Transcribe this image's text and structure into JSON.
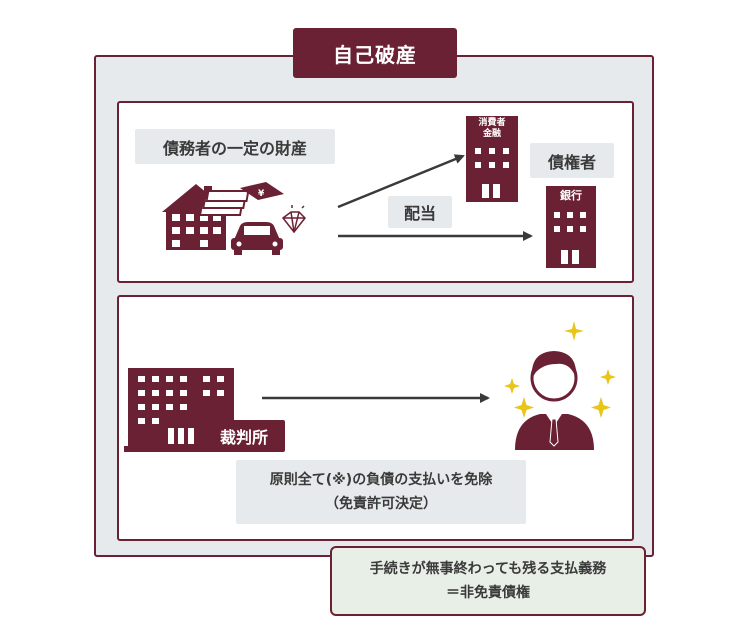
{
  "title": "自己破産",
  "top_panel": {
    "debtor_property": "債務者の一定の財産",
    "creditor": "債権者",
    "distribution": "配当",
    "consumer_finance_line1": "消費者",
    "consumer_finance_line2": "金融",
    "bank": "銀行"
  },
  "bottom_panel": {
    "court": "裁判所",
    "discharge_line1": "原則全て(※)の負債の支払いを免除",
    "discharge_line2": "（免責許可決定）"
  },
  "note": {
    "line1": "手続きが無事終わっても残る支払義務",
    "line2": "＝非免責債権"
  },
  "colors": {
    "accent": "#6b2134",
    "panel_bg": "#e6eaec",
    "note_bg": "#e8efe6",
    "arrow": "#3a3a3a",
    "sparkle": "#e8c516"
  },
  "icons": [
    "house-icon",
    "money-stack-icon",
    "car-icon",
    "diamond-icon",
    "consumer-finance-building-icon",
    "bank-building-icon",
    "court-building-icon",
    "person-icon",
    "sparkle-icon"
  ]
}
